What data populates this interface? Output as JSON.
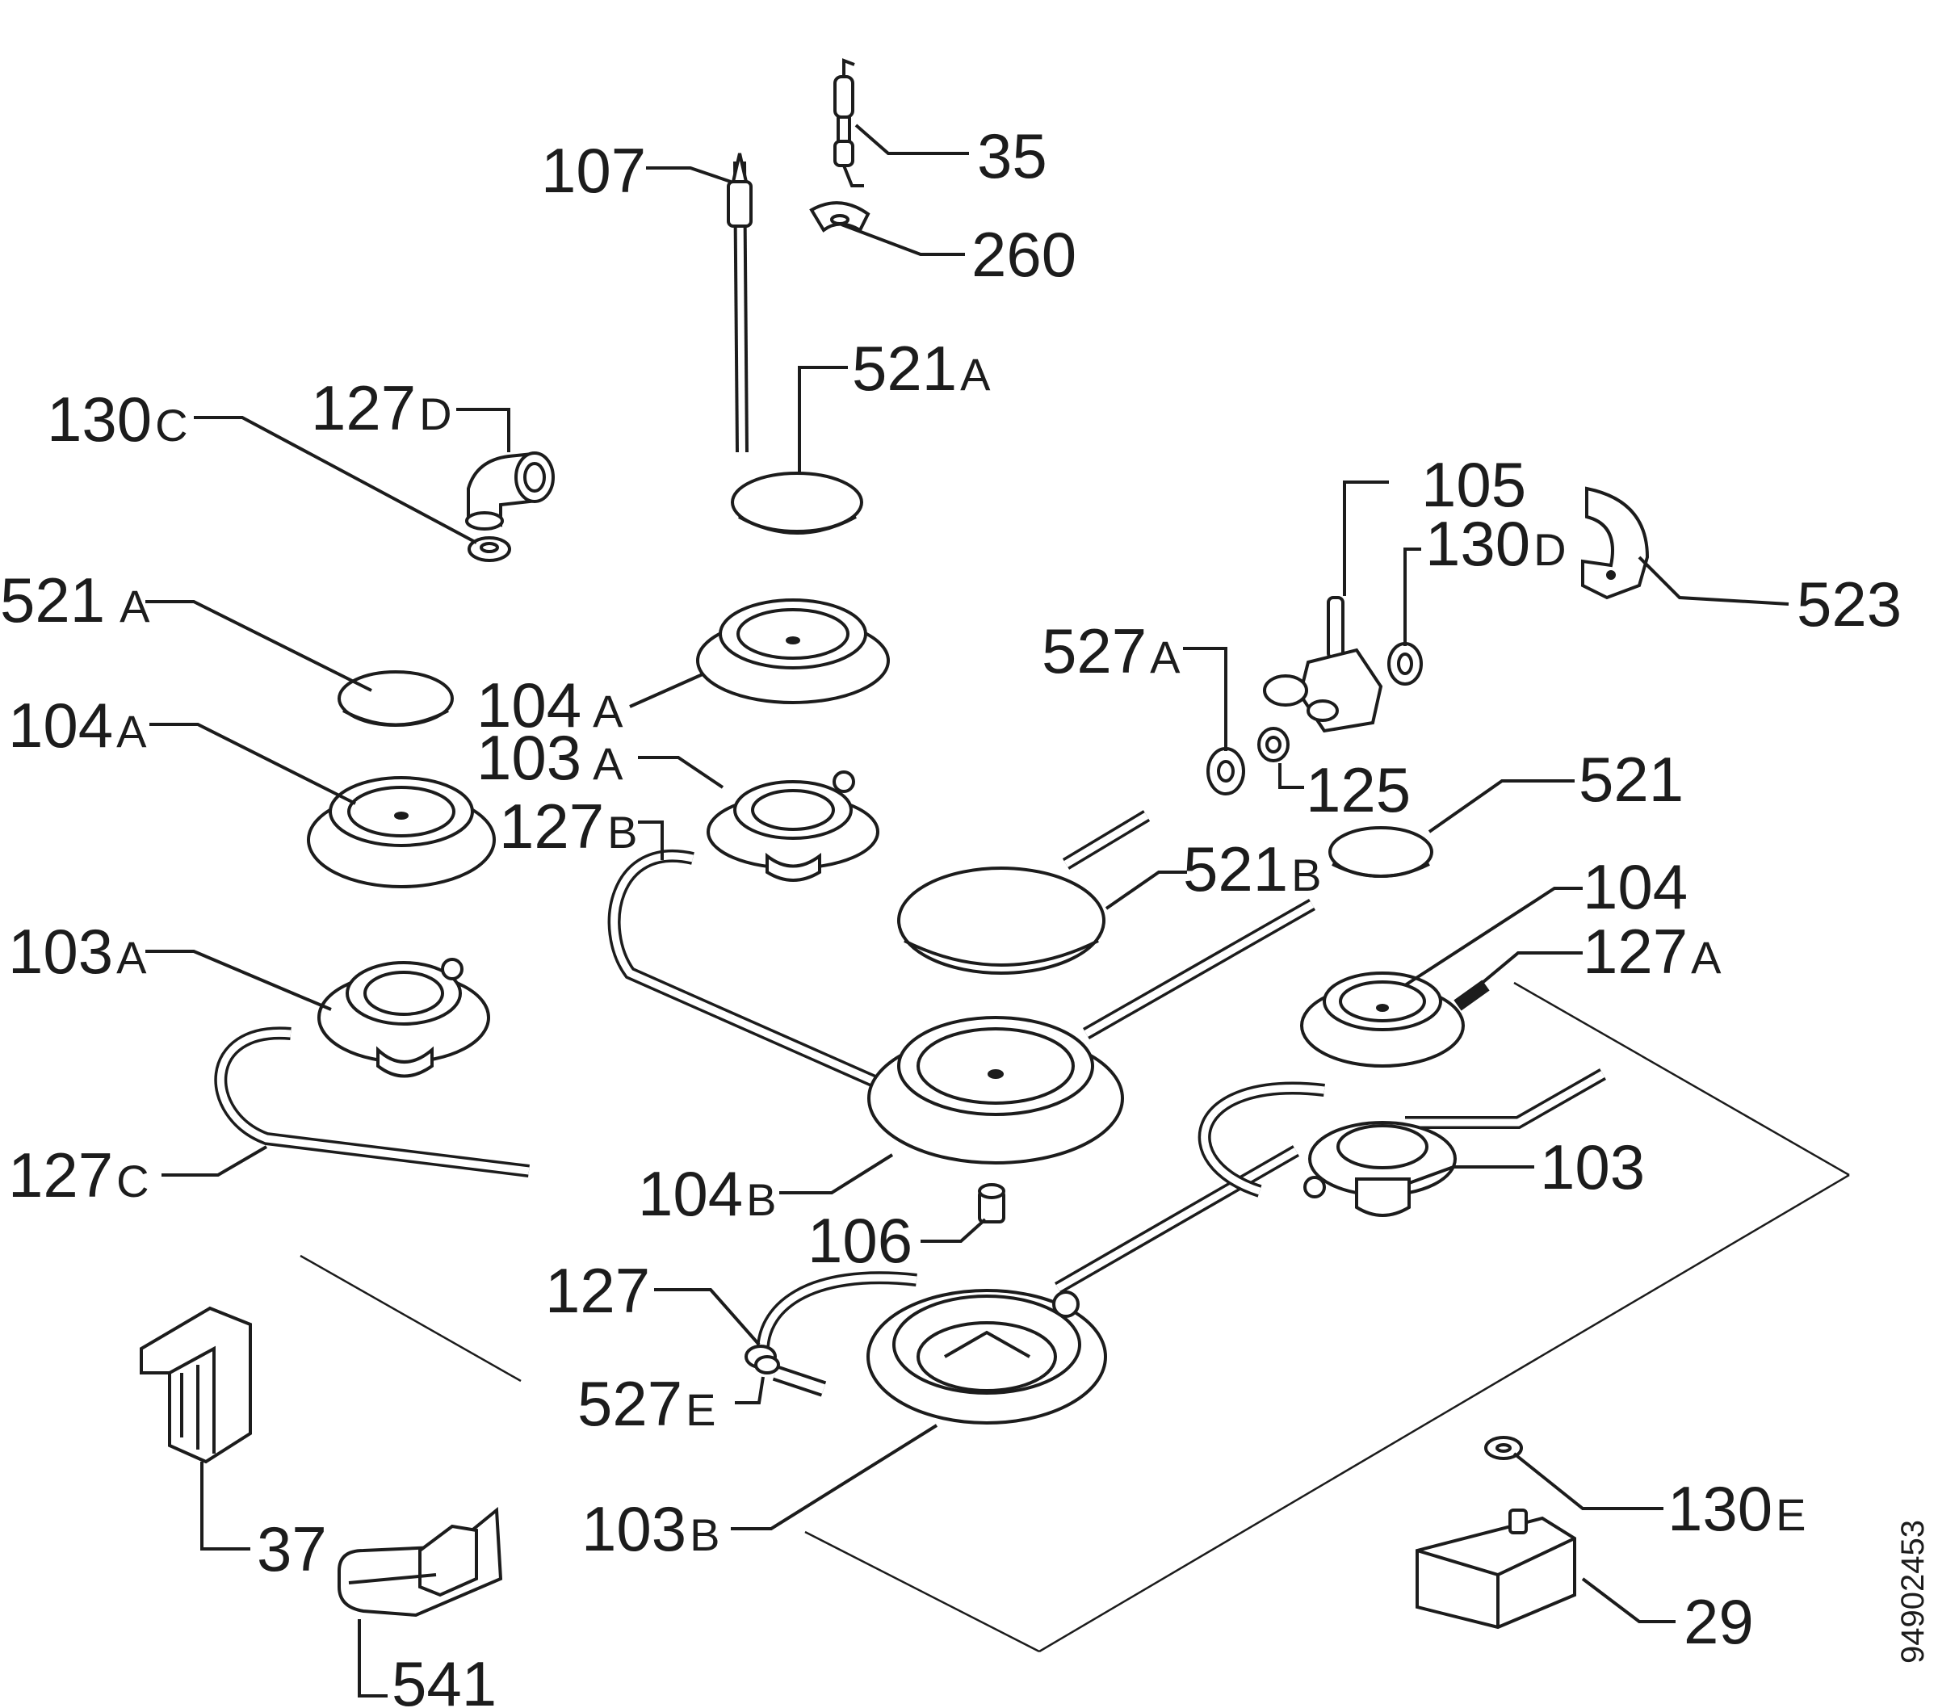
{
  "diagram": {
    "drawing_number": "94902453",
    "callouts": [
      {
        "num": "35",
        "suffix": ""
      },
      {
        "num": "107",
        "suffix": ""
      },
      {
        "num": "260",
        "suffix": ""
      },
      {
        "num": "521",
        "suffix": "A"
      },
      {
        "num": "130",
        "suffix": "C"
      },
      {
        "num": "127",
        "suffix": "D"
      },
      {
        "num": "105",
        "suffix": ""
      },
      {
        "num": "130",
        "suffix": "D"
      },
      {
        "num": "523",
        "suffix": ""
      },
      {
        "num": "521",
        "suffix": "A"
      },
      {
        "num": "527",
        "suffix": "A"
      },
      {
        "num": "104",
        "suffix": "A"
      },
      {
        "num": "104",
        "suffix": "A"
      },
      {
        "num": "103",
        "suffix": "A"
      },
      {
        "num": "125",
        "suffix": ""
      },
      {
        "num": "521",
        "suffix": ""
      },
      {
        "num": "127",
        "suffix": "B"
      },
      {
        "num": "521",
        "suffix": "B"
      },
      {
        "num": "104",
        "suffix": ""
      },
      {
        "num": "103",
        "suffix": "A"
      },
      {
        "num": "127",
        "suffix": "A"
      },
      {
        "num": "127",
        "suffix": "C"
      },
      {
        "num": "103",
        "suffix": ""
      },
      {
        "num": "104",
        "suffix": "B"
      },
      {
        "num": "106",
        "suffix": ""
      },
      {
        "num": "127",
        "suffix": ""
      },
      {
        "num": "527",
        "suffix": "E"
      },
      {
        "num": "37",
        "suffix": ""
      },
      {
        "num": "103",
        "suffix": "B"
      },
      {
        "num": "130",
        "suffix": "E"
      },
      {
        "num": "29",
        "suffix": ""
      },
      {
        "num": "541",
        "suffix": ""
      }
    ]
  }
}
